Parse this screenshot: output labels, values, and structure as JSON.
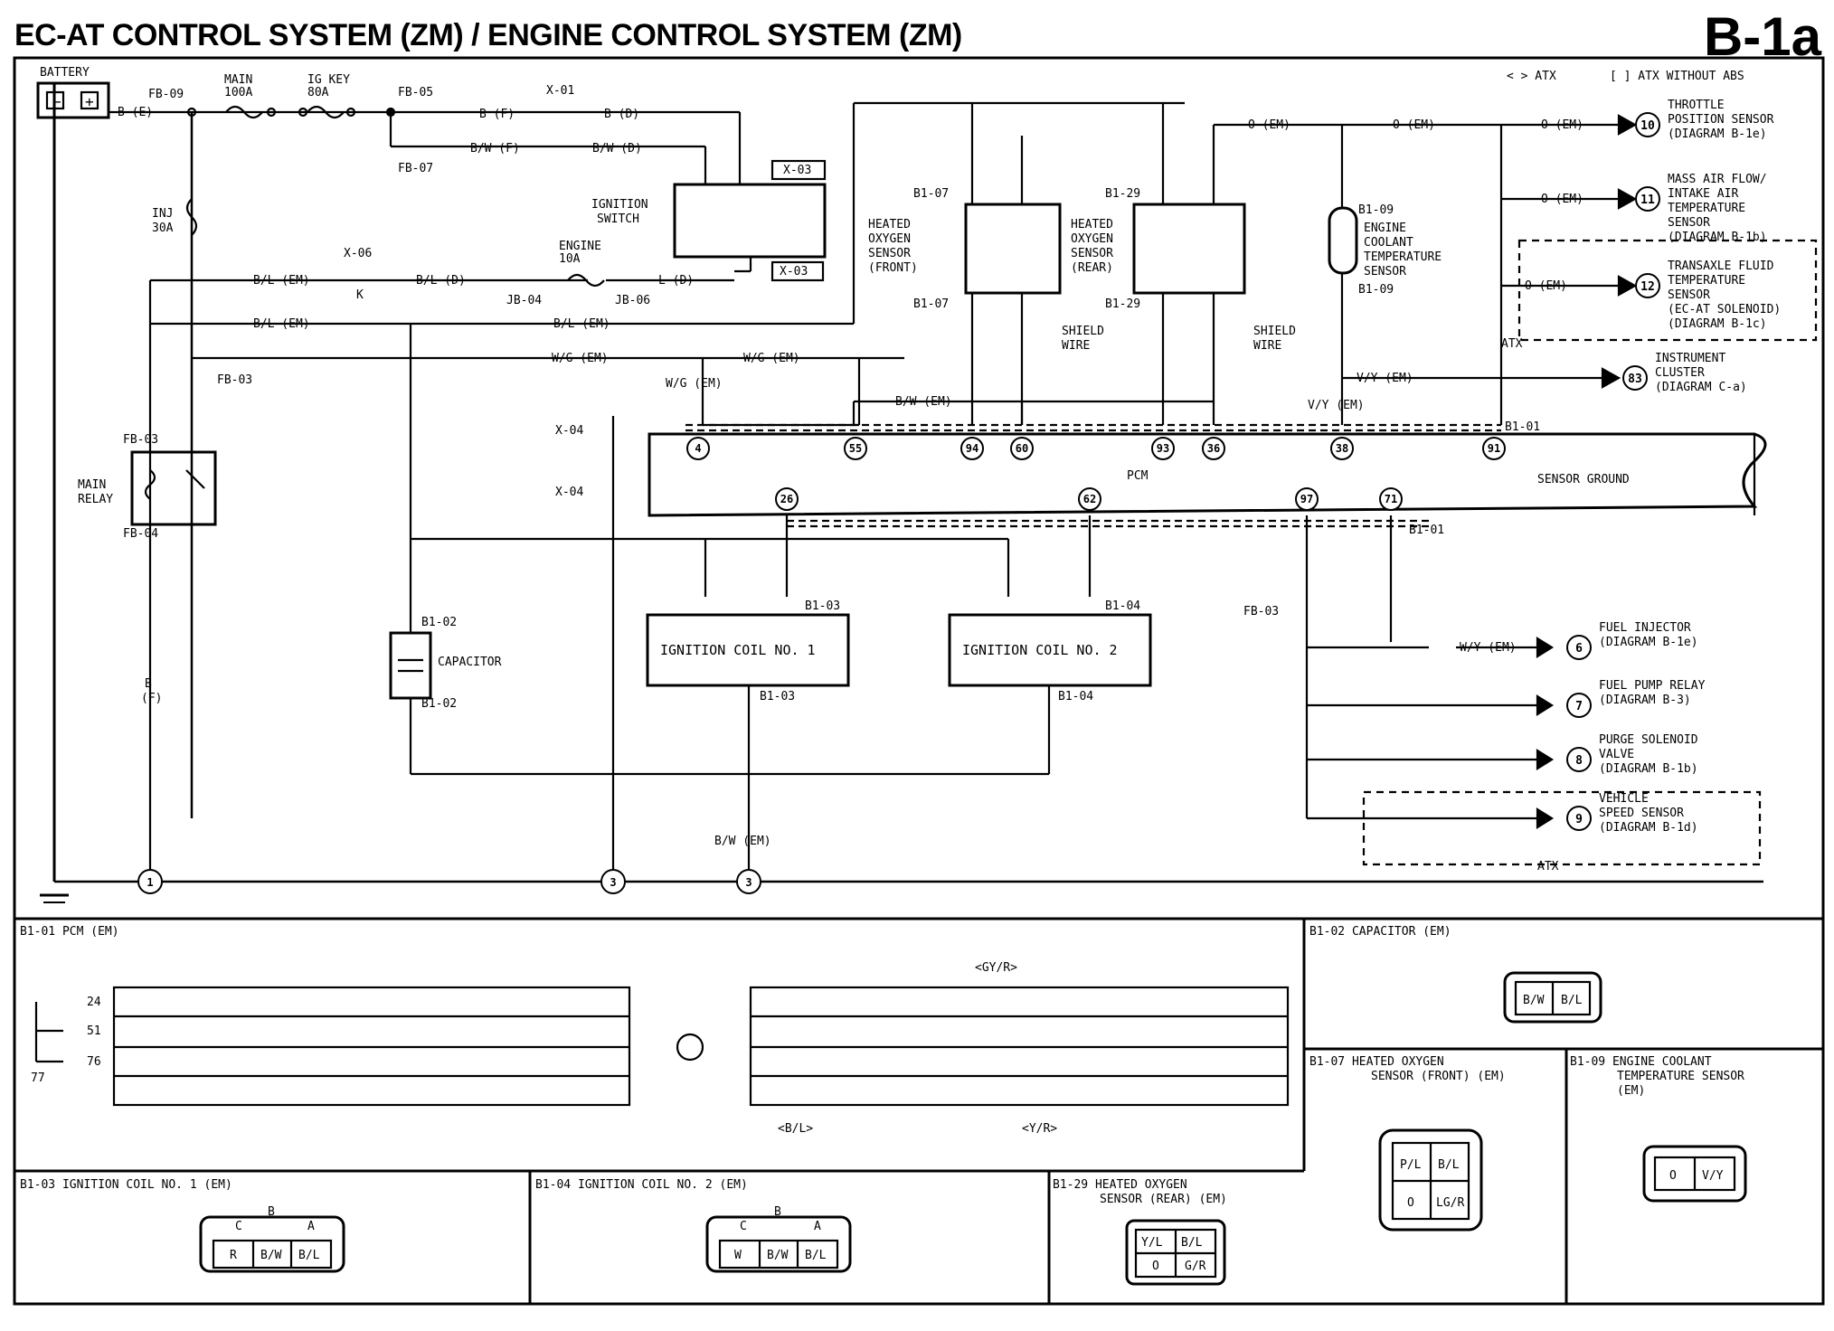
{
  "header": {
    "title": "EC-AT CONTROL SYSTEM (ZM) / ENGINE CONTROL SYSTEM (ZM)",
    "page_id": "B-1a"
  },
  "legend": {
    "atx": "< > ATX",
    "atx_without_abs": "[ ] ATX WITHOUT ABS"
  },
  "labels": {
    "battery": "BATTERY",
    "fb09": "FB-09",
    "be": "B (E)",
    "main100": [
      "MAIN",
      "100A"
    ],
    "igkey80": [
      "IG KEY",
      "80A"
    ],
    "fb05": "FB-05",
    "fb07": "FB-07",
    "bf": "B (F)",
    "bwf": "B/W (F)",
    "bd": "B (D)",
    "bwd": "B/W (D)",
    "x01": "X-01",
    "x03": "X-03",
    "x03b": "X-03",
    "x06": "X-06",
    "x04": "X-04",
    "x04b": "X-04",
    "ign_switch": [
      "IGNITION",
      "SWITCH"
    ],
    "inj30": [
      "INJ",
      "30A"
    ],
    "engine10": [
      "ENGINE",
      "10A"
    ],
    "jb04": "JB-04",
    "jb06": "JB-06",
    "bl_em": "B/L (EM)",
    "bl_d": "B/L (D)",
    "l_d": "L (D)",
    "k": "K",
    "wg_em": "W/G (EM)",
    "fb03": "FB-03",
    "bw_em": "B/W (EM)",
    "main_relay": [
      "MAIN",
      "RELAY"
    ],
    "fb04": "FB-04",
    "b_f": [
      "B",
      "(F)"
    ],
    "capacitor": "CAPACITOR",
    "b102": "B1-02",
    "pcm": "PCM",
    "sensor_ground": "SENSOR GROUND",
    "b101": "B1-01",
    "ho2f": [
      "HEATED",
      "OXYGEN",
      "SENSOR",
      "(FRONT)"
    ],
    "ho2r": [
      "HEATED",
      "OXYGEN",
      "SENSOR",
      "(REAR)"
    ],
    "b107": "B1-07",
    "b129": "B1-29",
    "b109": "B1-09",
    "shield_wire": [
      "SHIELD",
      "WIRE"
    ],
    "ect": [
      "ENGINE",
      "COOLANT",
      "TEMPERATURE",
      "SENSOR"
    ],
    "o_em": "O (EM)",
    "vy_em": "V/Y (EM)",
    "wy_em": "W/Y (EM)",
    "ign_coil1": "IGNITION COIL NO. 1",
    "ign_coil2": "IGNITION COIL NO. 2",
    "b103": "B1-03",
    "b104": "B1-04",
    "atx": "ATX"
  },
  "pcm_pins": [
    "4",
    "55",
    "94",
    "60",
    "93",
    "36",
    "38",
    "91",
    "26",
    "62",
    "97",
    "71"
  ],
  "right_components": [
    {
      "num": "10",
      "lines": [
        "THROTTLE",
        "POSITION SENSOR",
        "(DIAGRAM B-1e)"
      ]
    },
    {
      "num": "11",
      "lines": [
        "MASS AIR FLOW/",
        "INTAKE AIR",
        "TEMPERATURE",
        "SENSOR",
        "(DIAGRAM B-1b)"
      ]
    },
    {
      "num": "12",
      "lines": [
        "TRANSAXLE FLUID",
        "TEMPERATURE",
        "SENSOR",
        "(EC-AT SOLENOID)",
        "(DIAGRAM B-1c)"
      ]
    },
    {
      "num": "83",
      "lines": [
        "INSTRUMENT",
        "CLUSTER",
        "(DIAGRAM C-a)"
      ]
    },
    {
      "num": "6",
      "lines": [
        "FUEL INJECTOR",
        "(DIAGRAM B-1e)"
      ]
    },
    {
      "num": "7",
      "lines": [
        "FUEL PUMP RELAY",
        "(DIAGRAM B-3)"
      ]
    },
    {
      "num": "8",
      "lines": [
        "PURGE SOLENOID",
        "VALVE",
        "(DIAGRAM B-1b)"
      ]
    },
    {
      "num": "9",
      "lines": [
        "VEHICLE",
        "SPEED SENSOR",
        "(DIAGRAM B-1d)"
      ]
    }
  ],
  "grounds": [
    "1",
    "3",
    "3"
  ],
  "connectors": {
    "b101": {
      "title": "B1-01 PCM (EM)",
      "side_pins": [
        "24",
        "51",
        "76",
        "77"
      ],
      "bottom_labels": [
        "<B/L>",
        "<Y/R>"
      ],
      "top_label": "<GY/R>"
    },
    "b102": {
      "title": "B1-02 CAPACITOR (EM)",
      "cells": [
        "B/W",
        "B/L"
      ]
    },
    "b103": {
      "title": "B1-03 IGNITION COIL NO. 1 (EM)",
      "cells": [
        "R",
        "B/W",
        "B/L"
      ],
      "tags": [
        "C",
        "B",
        "A"
      ]
    },
    "b104": {
      "title": "B1-04 IGNITION COIL NO. 2 (EM)",
      "cells": [
        "W",
        "B/W",
        "B/L"
      ],
      "tags": [
        "C",
        "B",
        "A"
      ]
    },
    "b107": {
      "title": [
        "B1-07 HEATED OXYGEN",
        "SENSOR (FRONT) (EM)"
      ],
      "cells": [
        "P/L",
        "B/L",
        "O",
        "LG/R"
      ]
    },
    "b109": {
      "title": [
        "B1-09 ENGINE COOLANT",
        "TEMPERATURE SENSOR",
        "(EM)"
      ],
      "cells": [
        "O",
        "V/Y"
      ]
    },
    "b129": {
      "title": [
        "B1-29 HEATED OXYGEN",
        "SENSOR (REAR) (EM)"
      ],
      "cells": [
        "Y/L",
        "B/L",
        "O",
        "G/R"
      ]
    }
  }
}
